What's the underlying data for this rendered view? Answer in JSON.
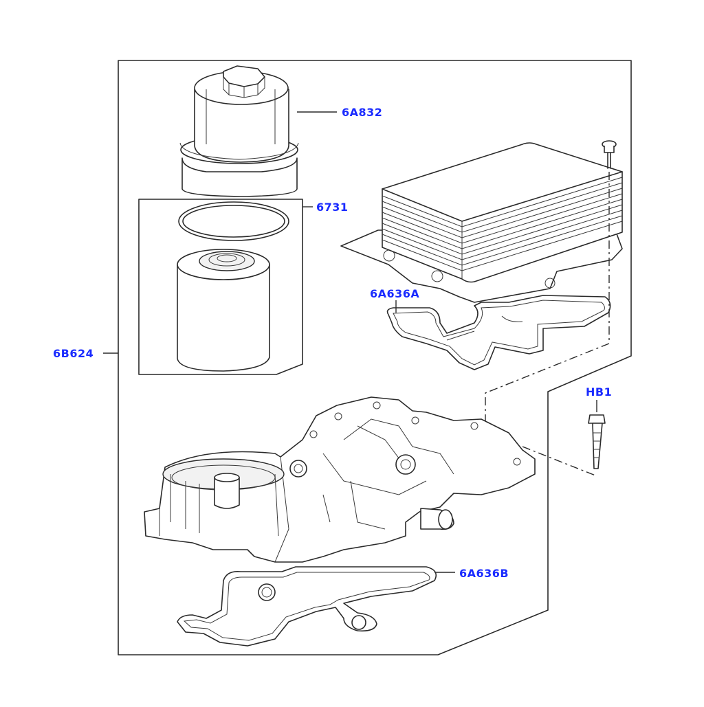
{
  "diagram": {
    "parts": [
      {
        "id": "6A832",
        "label": "6A832"
      },
      {
        "id": "6731",
        "label": "6731"
      },
      {
        "id": "6A636A",
        "label": "6A636A"
      },
      {
        "id": "6B624",
        "label": "6B624"
      },
      {
        "id": "HB1",
        "label": "HB1"
      },
      {
        "id": "6A636B",
        "label": "6A636B"
      }
    ]
  },
  "colors": {
    "label": "#1a2bff",
    "line": "#2a2a2a",
    "background": "#ffffff"
  }
}
